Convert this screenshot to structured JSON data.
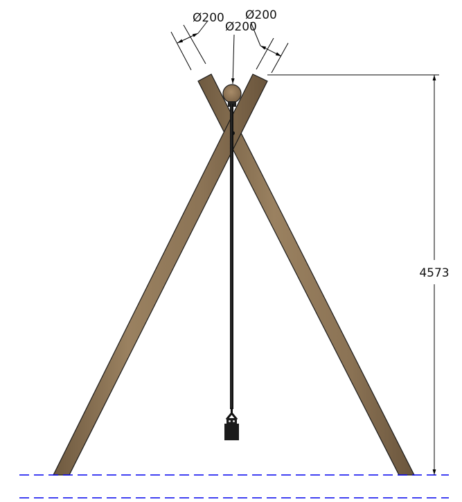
{
  "drawing": {
    "dimensions": {
      "diameter_left": "Ø200",
      "diameter_center": "Ø200",
      "diameter_right": "Ø200",
      "height": "4573"
    },
    "colors": {
      "timber": "#8b7355",
      "timber_edge": "#1a1a1a",
      "rope": "#111111",
      "weight": "#1b1b1b",
      "ground_line": "#0000ee",
      "dimension_line": "#000000"
    }
  }
}
